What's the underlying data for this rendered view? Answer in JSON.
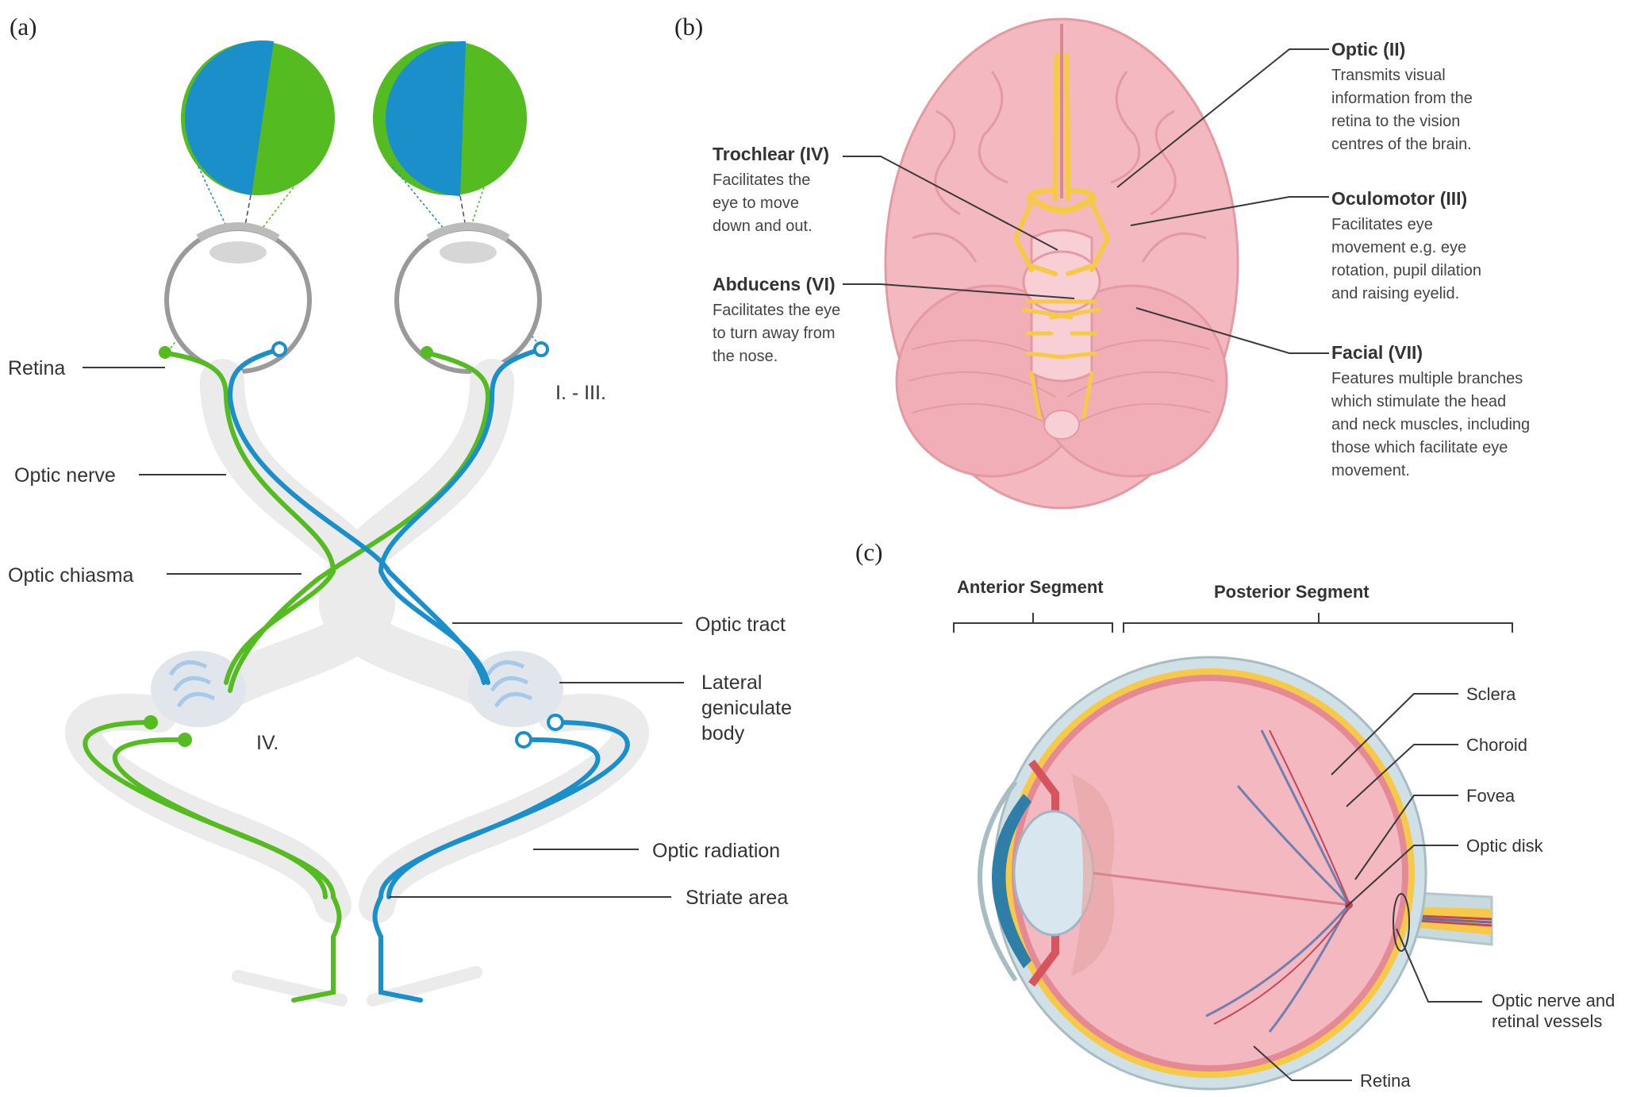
{
  "panels": {
    "a": {
      "letter": "(a)",
      "labels": {
        "retina": "Retina",
        "optic_nerve": "Optic nerve",
        "optic_chiasma": "Optic chiasma",
        "optic_tract": "Optic tract",
        "lgb_line1": "Lateral",
        "lgb_line2": "geniculate",
        "lgb_line3": "body",
        "optic_radiation": "Optic radiation",
        "striate_area": "Striate area",
        "stage_1": "I. - III.",
        "stage_2": "IV."
      }
    },
    "b": {
      "letter": "(b)",
      "nerves": [
        {
          "title": "Optic (II)",
          "desc": [
            "Transmits visual",
            "information from the",
            "retina to the vision",
            "centres of the brain."
          ]
        },
        {
          "title": "Oculomotor (III)",
          "desc": [
            "Facilitates eye",
            "movement e.g. eye",
            "rotation, pupil dilation",
            "and raising eyelid."
          ]
        },
        {
          "title": "Facial (VII)",
          "desc": [
            "Features multiple branches",
            "which stimulate the head",
            "and neck muscles, including",
            "those which facilitate eye",
            "movement."
          ]
        },
        {
          "title": "Trochlear (IV)",
          "desc": [
            "Facilitates the",
            "eye to move",
            "down and out."
          ]
        },
        {
          "title": "Abducens (VI)",
          "desc": [
            "Facilitates the eye",
            "to turn away from",
            "the nose."
          ]
        }
      ]
    },
    "c": {
      "letter": "(c)",
      "segments": {
        "anterior": "Anterior Segment",
        "posterior": "Posterior Segment"
      },
      "labels": {
        "sclera": "Sclera",
        "choroid": "Choroid",
        "fovea": "Fovea",
        "optic_disk": "Optic disk",
        "optic_nerve_line1": "Optic nerve and",
        "optic_nerve_line2": "retinal vessels",
        "retina": "Retina"
      }
    }
  },
  "colors": {
    "blue_field": "#1a8fc9",
    "green_field": "#54bb20",
    "pathway_gray": "#e8e8e8",
    "brain_pink": "#f4b9c0",
    "nerve_yellow": "#f7c948"
  }
}
